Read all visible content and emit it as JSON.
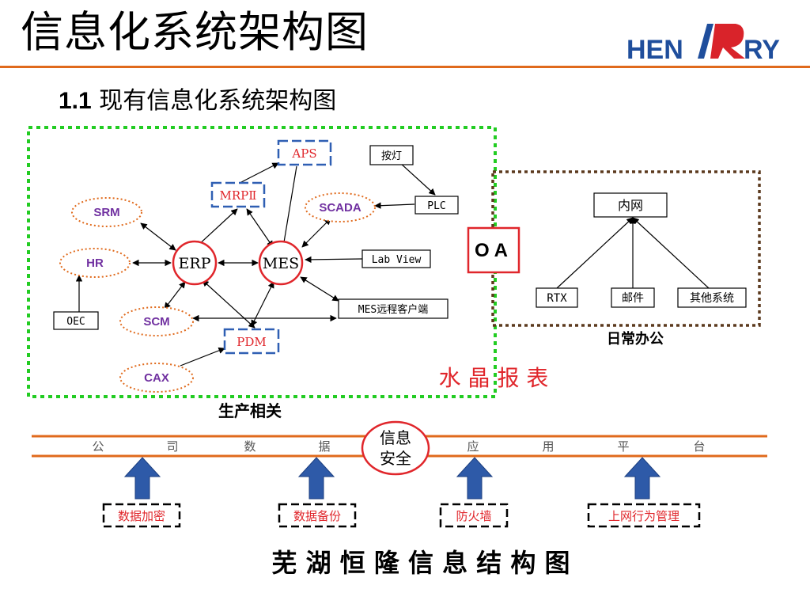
{
  "header": {
    "title": "信息化系统架构图",
    "subtitle_number": "1.1",
    "subtitle_text": "现有信息化系统架构图",
    "logo": {
      "left_text": "HEN",
      "right_text": "RY",
      "accent_color": "#d9232a",
      "brand_color": "#1f4e9c"
    }
  },
  "production": {
    "caption": "生产相关",
    "nodes": {
      "aps": "APS",
      "mrp": "MRPⅡ",
      "scada": "SCADA",
      "plc": "PLC",
      "btn_light": "按灯",
      "srm": "SRM",
      "hr": "HR",
      "erp": "ERP",
      "mes": "MES",
      "labview": "Lab View",
      "oec": "OEC",
      "scm": "SCM",
      "mes_remote": "MES远程客户端",
      "pdm": "PDM",
      "cax": "CAX"
    }
  },
  "oa": {
    "label": "OA"
  },
  "office": {
    "caption": "日常办公",
    "intranet": "内网",
    "children": [
      "RTX",
      "邮件",
      "其他系统"
    ]
  },
  "crystal_reports": "水 晶 报 表",
  "platform": {
    "chars": [
      "公",
      "司",
      "数",
      "据",
      "应",
      "用",
      "平",
      "台"
    ],
    "security": [
      "信息",
      "安全"
    ]
  },
  "measures": [
    "数据加密",
    "数据备份",
    "防火墙",
    "上网行为管理"
  ],
  "footer": "芜 湖 恒 隆 信 息 结 构 图",
  "colors": {
    "orange": "#e06a1c",
    "red": "#e0262b",
    "blue": "#2f5fb3",
    "green": "#22cc22",
    "brown": "#5c3a1e",
    "purple": "#7030a0",
    "arrow_blue": "#2e5aa8"
  }
}
